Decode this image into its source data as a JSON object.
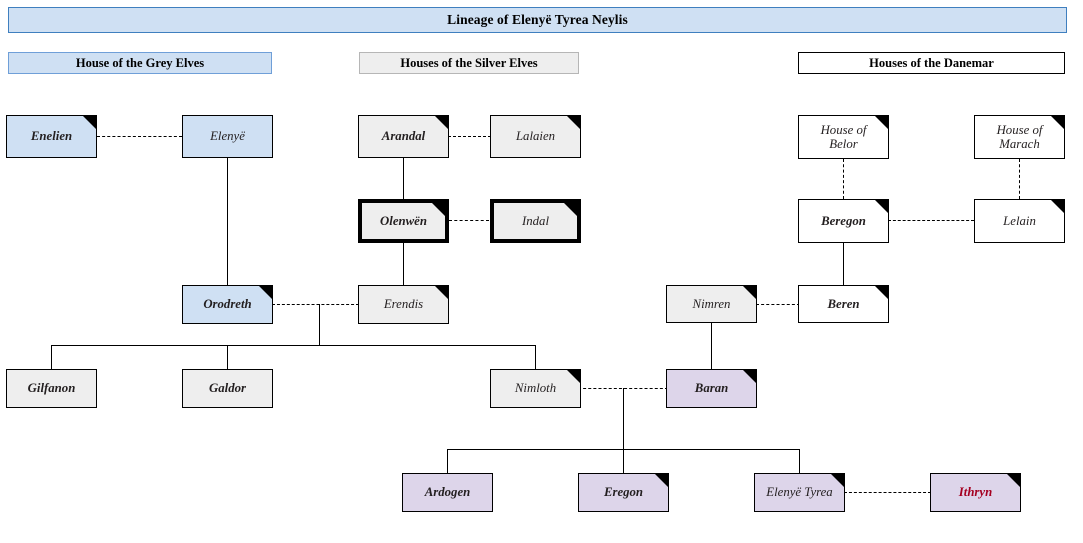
{
  "title": {
    "text": "Lineage of Elenyë Tyrea Neylis"
  },
  "headers": [
    {
      "label": "House of the Grey Elves",
      "color": "#cfe0f3"
    },
    {
      "label": "Houses of the Silver Elves",
      "color": "#eeeeee"
    },
    {
      "label": "Houses of the Danemar",
      "color": "#ffffff"
    }
  ],
  "palette": {
    "grey_elves": "#cfe0f3",
    "silver_elves": "#eeeeee",
    "danemar": "#ffffff",
    "descendants": "#ddd5ea",
    "accent_text": "#a50021",
    "line": "#000000",
    "title_fill": "#cfe0f3",
    "title_border": "#3f7fbf"
  },
  "people": [
    {
      "id": "enelien",
      "name": "Enelien",
      "sex": "male",
      "house": "grey_elves"
    },
    {
      "id": "elenye",
      "name": "Elenyë",
      "sex": "female",
      "house": "grey_elves"
    },
    {
      "id": "arandal",
      "name": "Arandal",
      "sex": "male",
      "house": "silver_elves"
    },
    {
      "id": "lalaien",
      "name": "Lalaien",
      "sex": "female",
      "house": "silver_elves"
    },
    {
      "id": "house_belor",
      "name": "House of Belor",
      "sex": "female",
      "house": "danemar"
    },
    {
      "id": "house_marach",
      "name": "House of Marach",
      "sex": "female",
      "house": "danemar"
    },
    {
      "id": "olenwen",
      "name": "Olenwën",
      "sex": "male",
      "house": "silver_elves",
      "highlight": true
    },
    {
      "id": "indal",
      "name": "Indal",
      "sex": "female",
      "house": "silver_elves",
      "highlight": true
    },
    {
      "id": "beregon",
      "name": "Beregon",
      "sex": "male",
      "house": "danemar"
    },
    {
      "id": "lelain",
      "name": "Lelain",
      "sex": "female",
      "house": "danemar"
    },
    {
      "id": "orodreth",
      "name": "Orodreth",
      "sex": "male",
      "house": "grey_elves"
    },
    {
      "id": "erendis",
      "name": "Erendis",
      "sex": "female",
      "house": "silver_elves"
    },
    {
      "id": "nimren",
      "name": "Nimren",
      "sex": "female",
      "house": "silver_elves"
    },
    {
      "id": "beren",
      "name": "Beren",
      "sex": "male",
      "house": "danemar"
    },
    {
      "id": "gilfanon",
      "name": "Gilfanon",
      "sex": "male",
      "house": "silver_elves"
    },
    {
      "id": "galdor",
      "name": "Galdor",
      "sex": "male",
      "house": "silver_elves"
    },
    {
      "id": "nimloth",
      "name": "Nimloth",
      "sex": "female",
      "house": "silver_elves"
    },
    {
      "id": "baran",
      "name": "Baran",
      "sex": "male",
      "house": "descendants"
    },
    {
      "id": "ardogen",
      "name": "Ardogen",
      "sex": "male",
      "house": "descendants"
    },
    {
      "id": "eregon",
      "name": "Eregon",
      "sex": "male",
      "house": "descendants"
    },
    {
      "id": "elenye_tyrea",
      "name": "Elenyë Tyrea",
      "sex": "female",
      "house": "descendants"
    },
    {
      "id": "ithryn",
      "name": "Ithryn",
      "sex": "male",
      "house": "descendants",
      "accent": true
    }
  ],
  "marriages": [
    {
      "a": "enelien",
      "b": "elenye"
    },
    {
      "a": "arandal",
      "b": "lalaien"
    },
    {
      "a": "olenwen",
      "b": "indal"
    },
    {
      "a": "beregon",
      "b": "lelain"
    },
    {
      "a": "orodreth",
      "b": "erendis"
    },
    {
      "a": "nimren",
      "b": "beren"
    },
    {
      "a": "nimloth",
      "b": "baran"
    },
    {
      "a": "elenye_tyrea",
      "b": "ithryn"
    }
  ],
  "descents": [
    {
      "parent": "elenye",
      "child": "orodreth"
    },
    {
      "parent": "arandal",
      "child": "olenwen"
    },
    {
      "parent": "olenwen",
      "child": "erendis"
    },
    {
      "parent": "house_belor",
      "child": "beregon",
      "style": "dashed"
    },
    {
      "parent": "house_marach",
      "child": "lelain",
      "style": "dashed"
    },
    {
      "parent": "beregon",
      "child": "beren"
    },
    {
      "parent": "nimren",
      "child": "baran"
    },
    {
      "parent": "orodreth+erendis",
      "children": [
        "gilfanon",
        "galdor",
        "nimloth"
      ]
    },
    {
      "parent": "nimloth+baran",
      "children": [
        "ardogen",
        "eregon",
        "elenye_tyrea"
      ]
    }
  ]
}
